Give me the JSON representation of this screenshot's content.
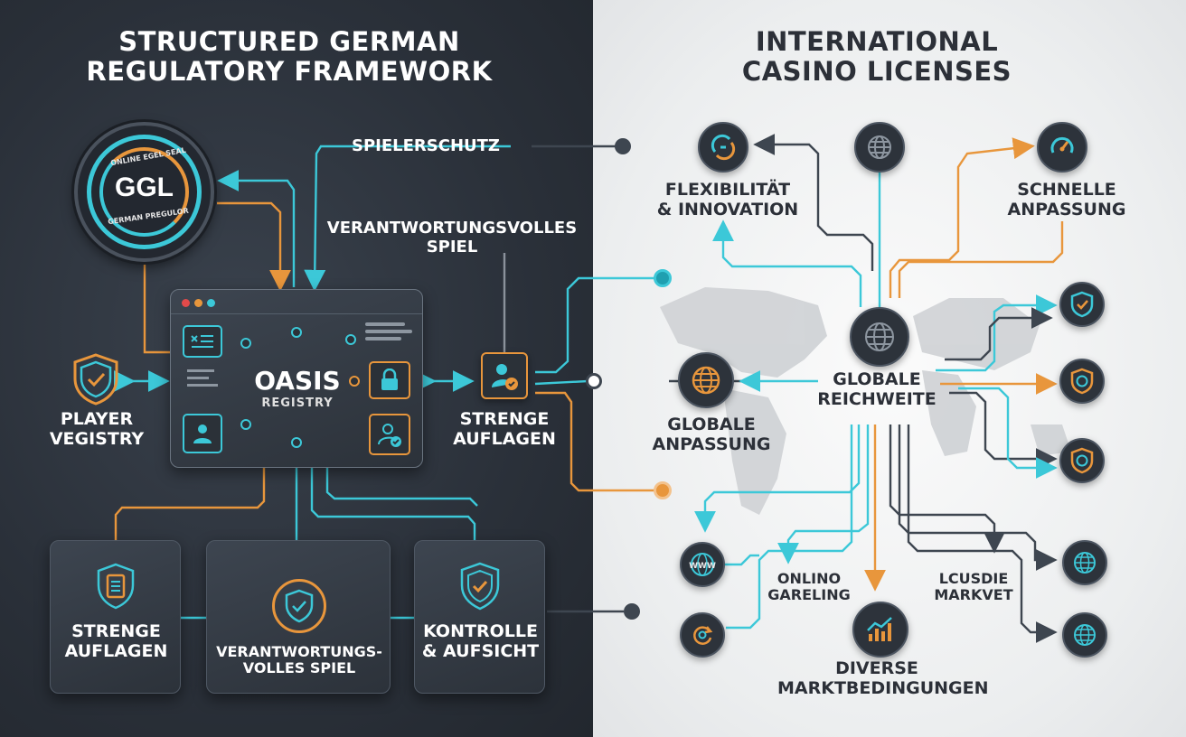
{
  "left": {
    "title_line1": "STRUCTURED GERMAN",
    "title_line2": "REGULATORY FRAMEWORK",
    "seal": {
      "top": "ONLINE EGEL SEAL",
      "center": "GGL",
      "bottom": "GERMAN PREGULOR"
    },
    "spielerschutz": "SPIELERSCHUTZ",
    "verantwortung_line1": "VERANTWORTUNGSVOLLES",
    "verantwortung_line2": "SPIEL",
    "oasis_title": "OASIS",
    "oasis_sub": "REGISTRY",
    "player_line1": "PLAYER",
    "player_line2": "VEGISTRY",
    "strenge_line1": "STRENGE",
    "strenge_line2": "AUFLAGEN",
    "boxes": [
      {
        "line1": "STRENGE",
        "line2": "AUFLAGEN"
      },
      {
        "line1": "VERANTWORTUNGS-",
        "line2": "VOLLES SPIEL"
      },
      {
        "line1": "KONTROLLE",
        "line2": "& AUFSICHT"
      }
    ]
  },
  "right": {
    "title_line1": "INTERNATIONAL",
    "title_line2": "CASINO LICENSES",
    "flex_line1": "FLEXIBILITÄT",
    "flex_line2": "& INNOVATION",
    "schnell_line1": "SCHNELLE",
    "schnell_line2": "ANPASSUNG",
    "global_reach_line1": "GLOBALE",
    "global_reach_line2": "REICHWEITE",
    "global_adapt_line1": "GLOBALE",
    "global_adapt_line2": "ANPASSUNG",
    "onlino_line1": "ONLINO",
    "onlino_line2": "GARELING",
    "lcusdie_line1": "LCUSDIE",
    "lcusdie_line2": "MARKVET",
    "diverse_line1": "DIVERSE",
    "diverse_line2": "MARKTBEDINGUNGEN",
    "www_text": "WWW"
  },
  "colors": {
    "cyan": "#3cc8d8",
    "orange": "#e8963c",
    "dark": "#2c3038",
    "panel": "#343b45"
  },
  "icons": [
    "ggl-seal-icon",
    "document-icon",
    "lock-icon",
    "user-icon",
    "user-check-icon",
    "shield-check-icon",
    "clipboard-icon",
    "globe-icon",
    "arrows-icon",
    "speed-icon",
    "chart-icon",
    "refresh-icon",
    "www-icon"
  ]
}
